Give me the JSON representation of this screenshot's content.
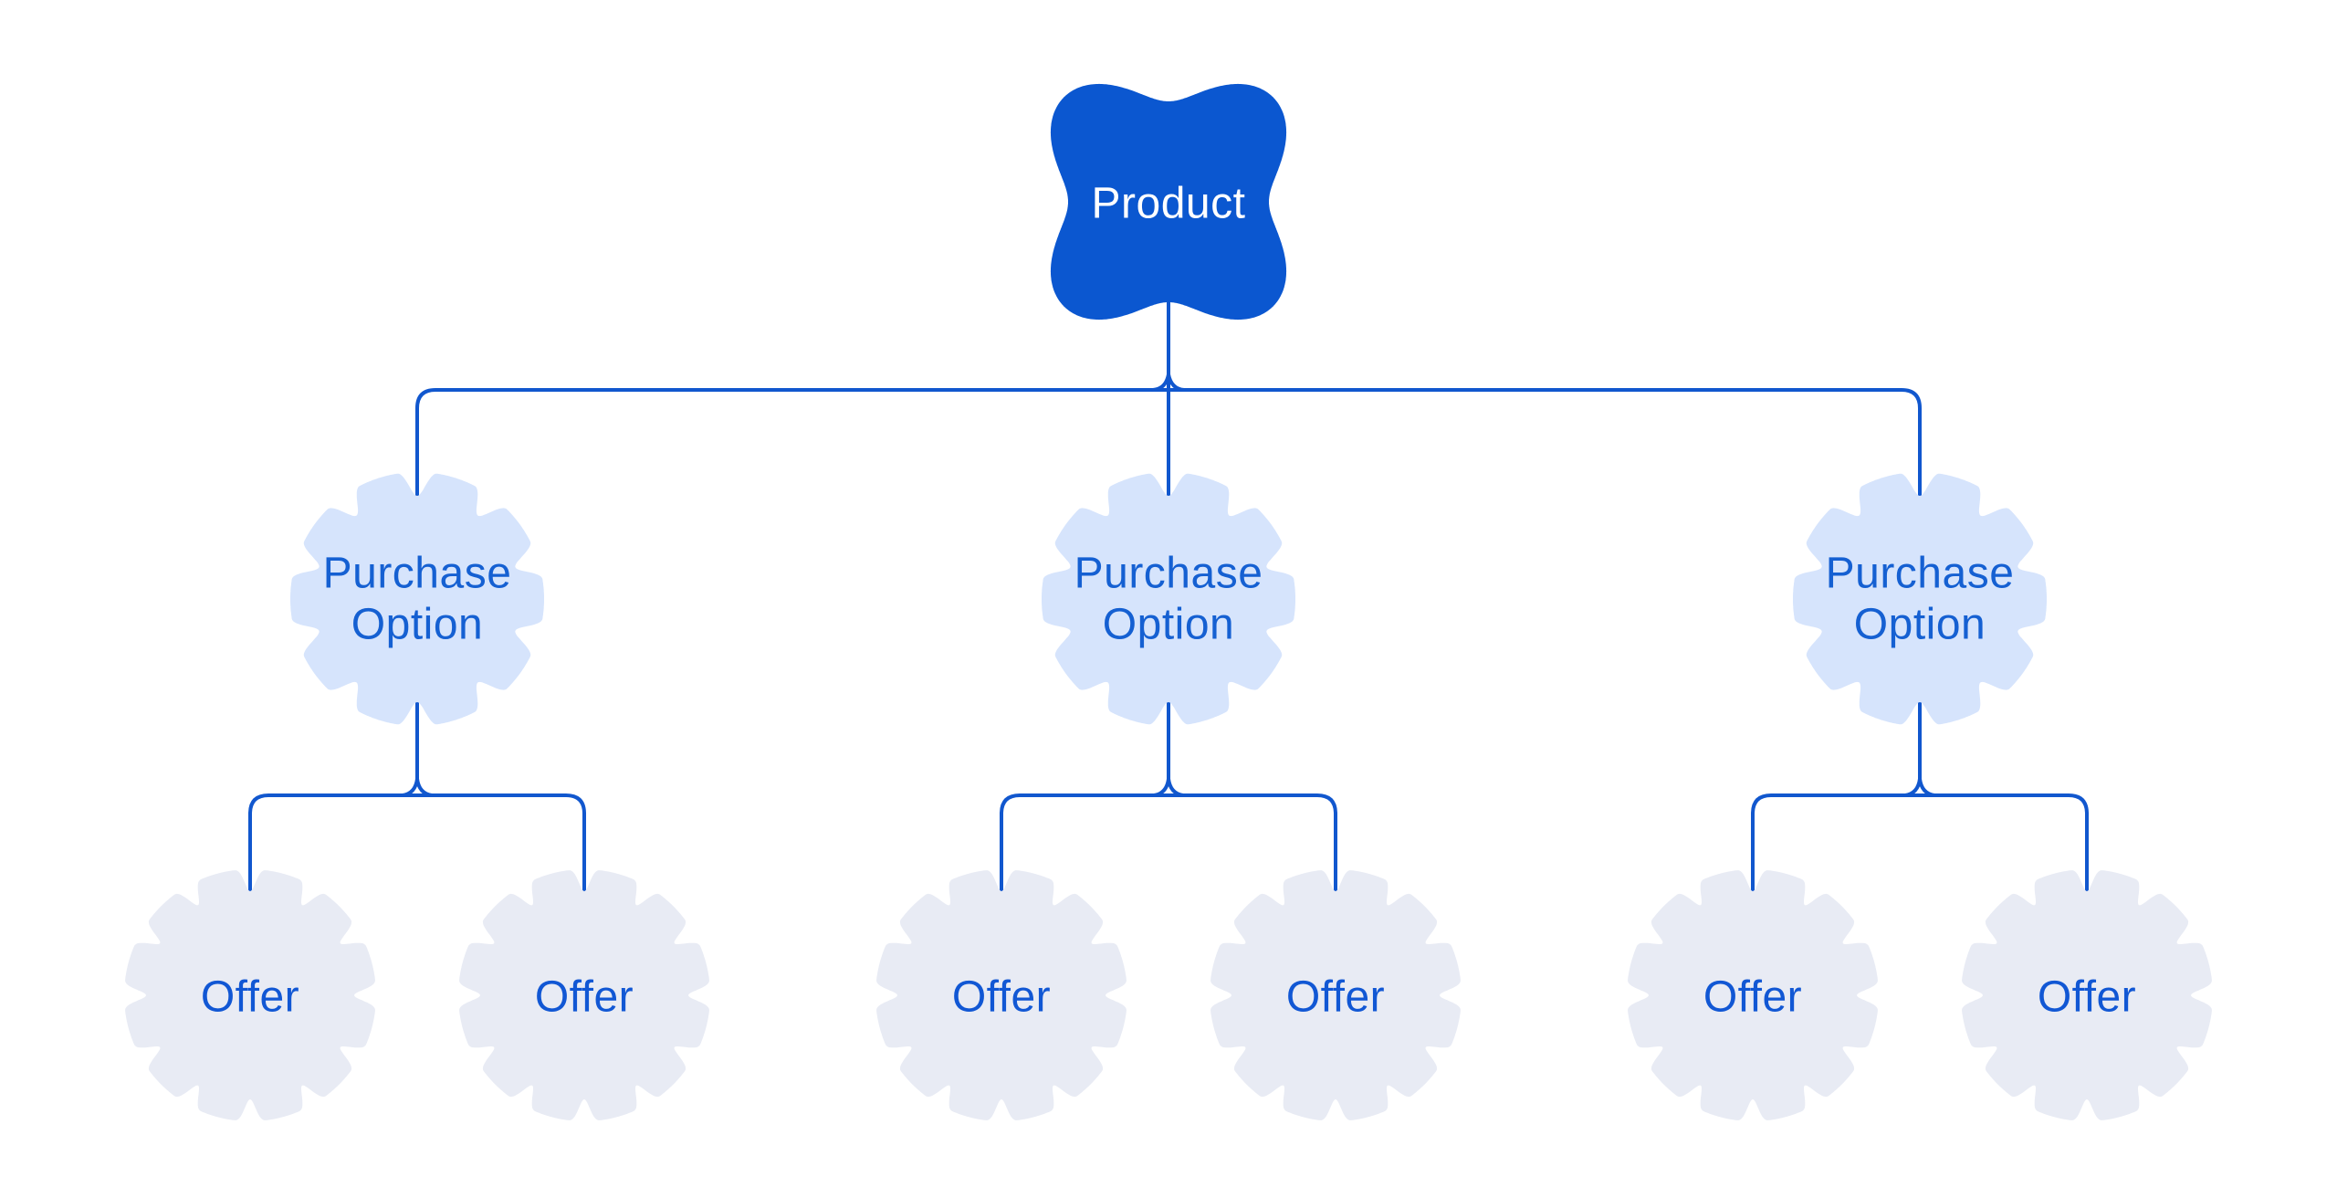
{
  "page": {
    "background": "#FFFFFF"
  },
  "palette": {
    "connector_line": "#1157CE",
    "product_fill": "#0B57D0",
    "product_text": "#FFFFFF",
    "purchase_option_fill": "#D6E4FC",
    "purchase_option_text": "#1560D2",
    "offer_fill": "#E8EBF4",
    "offer_text": "#1157D4"
  },
  "tree": {
    "root": {
      "label": "Product"
    },
    "children": [
      {
        "label": "Purchase Option",
        "lines": [
          "Purchase",
          "Option"
        ],
        "children": [
          {
            "label": "Offer"
          },
          {
            "label": "Offer"
          }
        ]
      },
      {
        "label": "Purchase Option",
        "lines": [
          "Purchase",
          "Option"
        ],
        "children": [
          {
            "label": "Offer"
          },
          {
            "label": "Offer"
          }
        ]
      },
      {
        "label": "Purchase Option",
        "lines": [
          "Purchase",
          "Option"
        ],
        "children": [
          {
            "label": "Offer"
          },
          {
            "label": "Offer"
          }
        ]
      }
    ]
  }
}
